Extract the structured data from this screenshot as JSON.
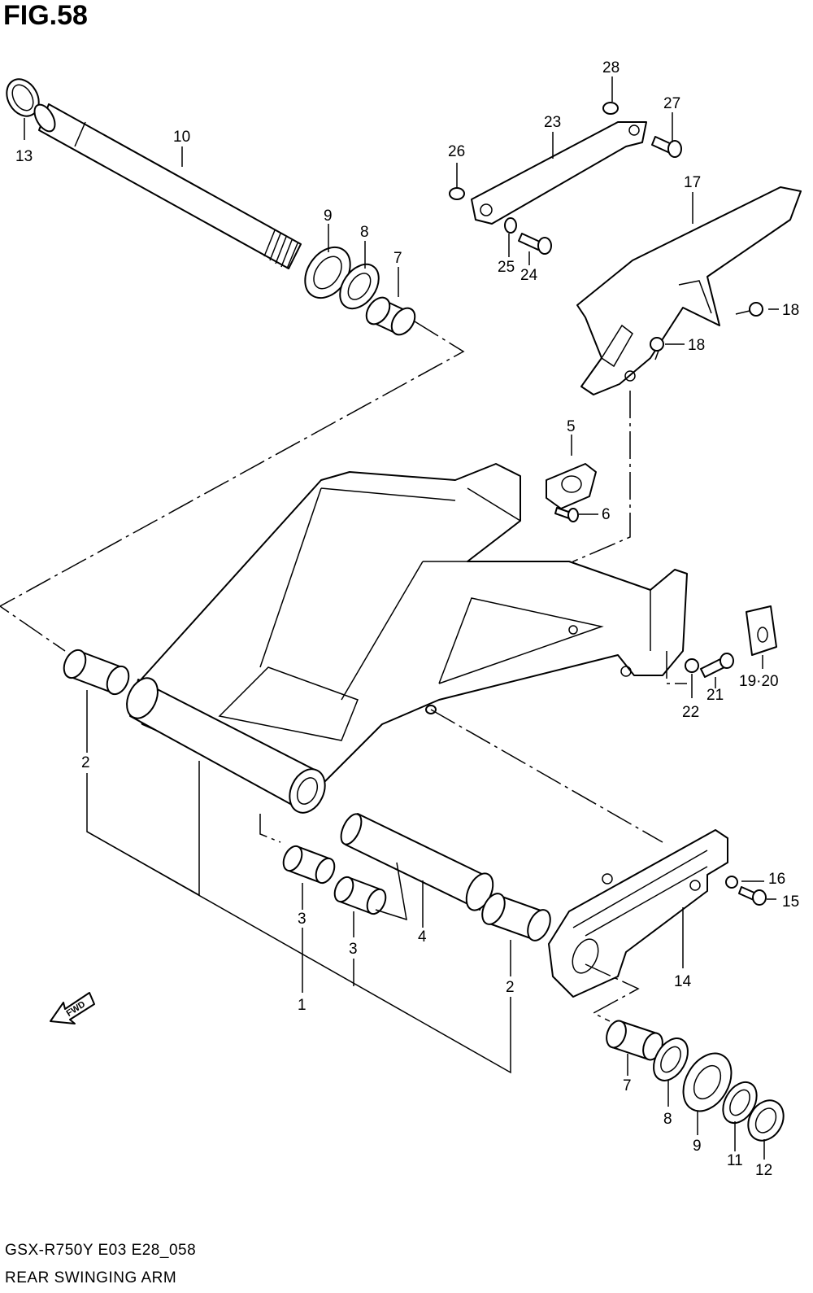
{
  "figure": {
    "title": "FIG.58"
  },
  "footer": {
    "model_code": "GSX-R750Y E03 E28_058",
    "caption": "REAR SWINGING ARM"
  },
  "direction_arrow": {
    "label": "FWD"
  },
  "callouts": [
    "1",
    "2",
    "2",
    "3",
    "3",
    "4",
    "5",
    "6",
    "7",
    "7",
    "8",
    "8",
    "9",
    "9",
    "10",
    "11",
    "12",
    "13",
    "14",
    "15",
    "16",
    "17",
    "18",
    "18",
    "19·20",
    "21",
    "22",
    "23",
    "24",
    "25",
    "26",
    "27",
    "28"
  ]
}
